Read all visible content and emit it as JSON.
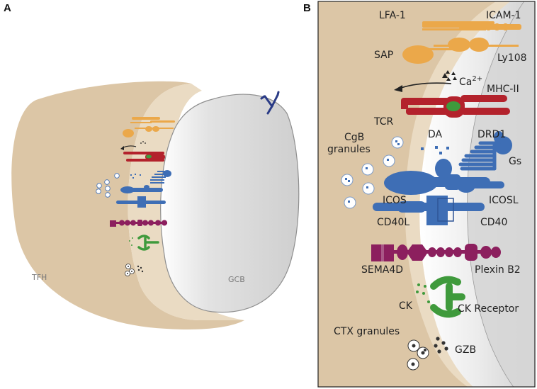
{
  "panels": {
    "a": {
      "letter": "A",
      "tfh_label": "TFH",
      "gcb_label": "GCB"
    },
    "b": {
      "letter": "B",
      "labels": {
        "lfa1": "LFA-1",
        "icam1": "ICAM-1",
        "sap": "SAP",
        "ly108": "Ly108",
        "ca": "Ca",
        "ca_sup": "2+",
        "mhc2": "MHC-II",
        "tcr": "TCR",
        "cgb_line1": "CgB",
        "cgb_line2": "granules",
        "da": "DA",
        "drd1": "DRD1",
        "gs": "Gs",
        "icos": "ICOS",
        "icosl": "ICOSL",
        "cd40l": "CD40L",
        "cd40": "CD40",
        "sema4d": "SEMA4D",
        "plexin": "Plexin B2",
        "ck": "CK",
        "ckr": "CK Receptor",
        "ctx": "CTX granules",
        "gzb": "GZB"
      }
    }
  },
  "colors": {
    "tfh": "#dcc6a6",
    "tfh_light": "#eadbc3",
    "gcb": "#d6d6d6",
    "orange": "#eba84a",
    "red": "#b3222c",
    "green": "#3f9a3c",
    "blue": "#3e6eb5",
    "purple": "#8c1f5e",
    "navy": "#2a3b86"
  }
}
